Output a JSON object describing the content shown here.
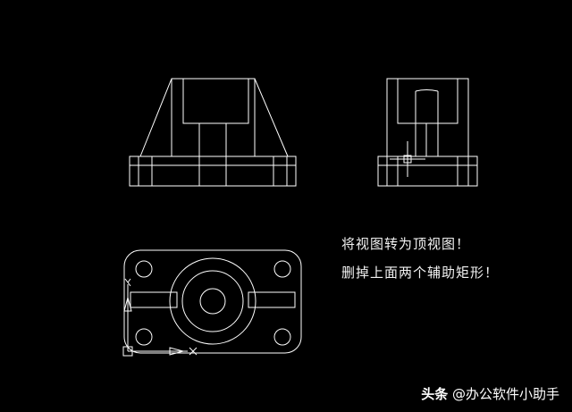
{
  "canvas": {
    "background": "#000000",
    "line_color": "#ffffff"
  },
  "annotations": {
    "line1": "将视图转为顶视图！",
    "line2": "删掉上面两个辅助矩形！"
  },
  "watermark": {
    "brand": "头条",
    "author": "@办公软件小助手"
  },
  "ucs": {
    "x_label": "X",
    "y_label": "Y"
  }
}
